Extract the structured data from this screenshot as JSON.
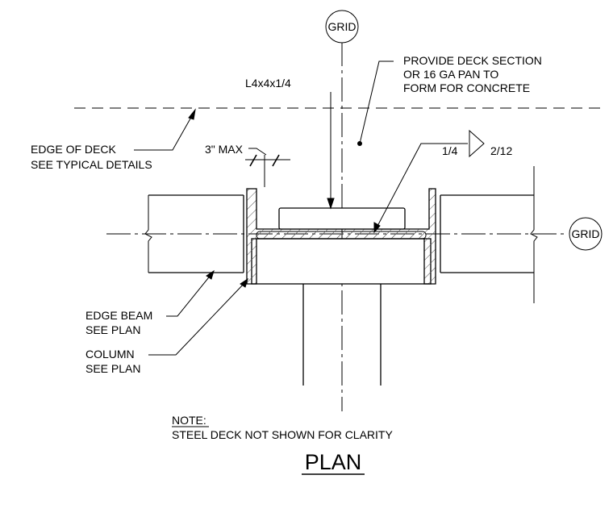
{
  "grid_top_label": "GRID",
  "grid_right_label": "GRID",
  "deck_note": [
    "PROVIDE DECK SECTION",
    "OR 16 GA PAN TO",
    "FORM FOR CONCRETE"
  ],
  "angle_label": "L4x4x1/4",
  "max_dim_label": "3\" MAX",
  "edge_of_deck": [
    "EDGE OF DECK",
    "SEE TYPICAL DETAILS"
  ],
  "weld_size": "1/4",
  "weld_pitch": "2/12",
  "edge_beam": [
    "EDGE BEAM",
    "SEE PLAN"
  ],
  "column": [
    "COLUMN",
    "SEE PLAN"
  ],
  "note_heading": "NOTE:",
  "note_text": "STEEL DECK NOT SHOWN FOR CLARITY",
  "title": "PLAN"
}
